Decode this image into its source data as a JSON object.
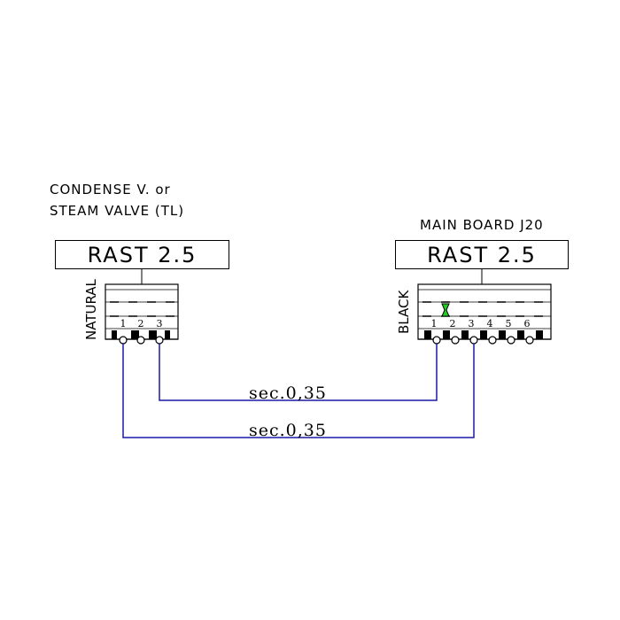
{
  "left_component": {
    "line1": "CONDENSE V. or",
    "line2": "STEAM VALVE (TL)",
    "connector_type": "RAST 2.5",
    "color": "NATURAL",
    "pins": [
      "1",
      "2",
      "3"
    ]
  },
  "right_component": {
    "title": "MAIN BOARD J20",
    "connector_type": "RAST 2.5",
    "color": "BLACK",
    "pins": [
      "1",
      "2",
      "3",
      "4",
      "5",
      "6"
    ]
  },
  "wires": [
    {
      "from": "left pin 3",
      "to": "right pin 1",
      "label": "sec.0,35",
      "color": "#1a1aa6"
    },
    {
      "from": "left pin 1",
      "to": "right pin 3",
      "label": "sec.0,35",
      "color": "#1a1aa6"
    }
  ],
  "colors": {
    "wire": "#1a1aa6",
    "jumper": "#22cc22",
    "line": "#000000"
  }
}
